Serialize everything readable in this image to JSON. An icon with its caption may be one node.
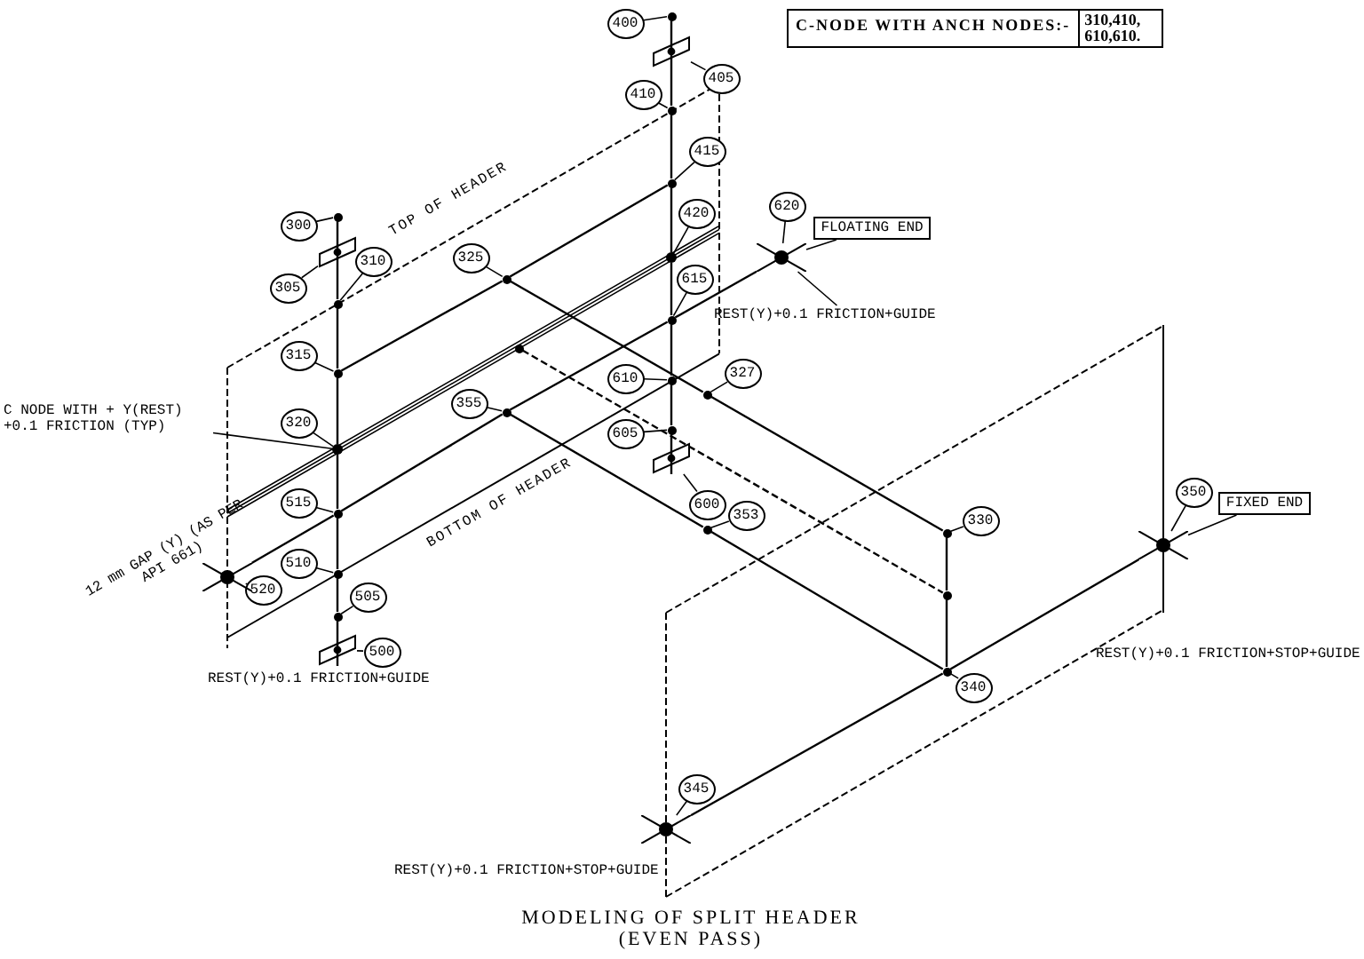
{
  "diagram": {
    "title": "MODELING OF SPLIT HEADER (EVEN PASS)",
    "nodes": [
      {
        "text": [
          "400"
        ]
      },
      {
        "text": [
          "405"
        ]
      },
      {
        "text": [
          "410"
        ]
      },
      {
        "text": [
          "415"
        ]
      },
      {
        "text": [
          "420"
        ]
      },
      {
        "text": [
          "300"
        ]
      },
      {
        "text": [
          "310"
        ]
      },
      {
        "text": [
          "305"
        ]
      },
      {
        "text": [
          "325"
        ]
      },
      {
        "text": [
          "620"
        ]
      },
      {
        "text": [
          "FLOATING END"
        ]
      },
      {
        "text": [
          "615"
        ]
      },
      {
        "text": [
          "REST(Y)+0.1 FRICTION+GUIDE"
        ]
      },
      {
        "text": [
          "315"
        ]
      },
      {
        "text": [
          "327"
        ]
      },
      {
        "text": [
          "610"
        ]
      },
      {
        "text": [
          "C NODE WITH + Y(REST) +0.1 FRICTION (TYP)"
        ]
      },
      {
        "text": [
          "355"
        ]
      },
      {
        "text": [
          "320"
        ]
      },
      {
        "text": [
          "605"
        ]
      },
      {
        "text": [
          "600"
        ]
      },
      {
        "text": [
          "515"
        ]
      },
      {
        "text": [
          "353"
        ]
      },
      {
        "text": [
          "FIXED END"
        ]
      },
      {
        "text": [
          "350"
        ]
      },
      {
        "text": [
          "330"
        ]
      },
      {
        "text": [
          "510"
        ]
      },
      {
        "text": [
          "520"
        ]
      },
      {
        "text": [
          "505"
        ]
      },
      {
        "text": [
          "500"
        ]
      },
      {
        "text": [
          "340"
        ]
      },
      {
        "text": [
          "345"
        ]
      },
      {
        "text": [],
        "shape": "cross"
      },
      {
        "text": [],
        "shape": "circle"
      },
      {
        "text": [],
        "shape": "box"
      },
      {
        "text": [],
        "shape": "circle"
      },
      {
        "text": [],
        "shape": "circle"
      },
      {
        "text": [],
        "shape": "circle"
      },
      {
        "text": [],
        "shape": "circle"
      },
      {
        "text": [],
        "shape": "circle"
      },
      {
        "text": [],
        "shape": "circle"
      },
      {
        "text": [],
        "shape": "box"
      },
      {
        "text": [],
        "shape": "circle"
      },
      {
        "text": [],
        "shape": "circle"
      },
      {
        "text": [],
        "shape": "cross"
      },
      {
        "text": [],
        "shape": "circle"
      },
      {
        "text": [],
        "shape": "box"
      },
      {
        "text": [],
        "shape": "circle"
      },
      {
        "text": [],
        "shape": "circle"
      },
      {
        "text": [],
        "shape": "circle"
      },
      {
        "text": [],
        "shape": "circle"
      },
      {
        "text": [],
        "shape": "circle"
      },
      {
        "text": [],
        "shape": "circle"
      },
      {
        "text": [],
        "shape": "box"
      },
      {
        "text": [],
        "shape": "circle"
      },
      {
        "text": [],
        "shape": "circle"
      },
      {
        "text": [],
        "shape": "cross"
      },
      {
        "text": [],
        "shape": "circle"
      },
      {
        "text": [],
        "shape": "circle"
      },
      {
        "text": [],
        "shape": "cross"
      },
      {
        "text": [],
        "shape": "circle"
      },
      {
        "text": [],
        "shape": "circle"
      }
    ],
    "edges": [
      {
        "from": 0,
        "to": 45,
        "arrow": "none"
      },
      {
        "from": 1,
        "to": 46,
        "arrow": "none"
      },
      {
        "from": 2,
        "to": 47,
        "arrow": "none"
      },
      {
        "from": 3,
        "to": 48,
        "arrow": "none"
      },
      {
        "from": 4,
        "to": 49,
        "arrow": "none"
      },
      {
        "from": 5,
        "to": 33,
        "arrow": "none"
      },
      {
        "from": 6,
        "to": 35,
        "arrow": "none"
      },
      {
        "from": 7,
        "to": 34,
        "arrow": "none"
      },
      {
        "from": 8,
        "to": 42,
        "arrow": "none"
      },
      {
        "from": 9,
        "to": 56,
        "arrow": "none"
      },
      {
        "from": 10,
        "to": 56,
        "arrow": "none"
      },
      {
        "from": 11,
        "to": 50,
        "arrow": "none"
      },
      {
        "from": 12,
        "to": 56,
        "arrow": "none"
      },
      {
        "from": 13,
        "to": 36,
        "arrow": "none"
      },
      {
        "from": 14,
        "to": 54,
        "arrow": "none"
      },
      {
        "from": 15,
        "to": 51,
        "arrow": "none"
      },
      {
        "from": 16,
        "to": 37,
        "arrow": "none"
      },
      {
        "from": 17,
        "to": 43,
        "arrow": "none"
      },
      {
        "from": 18,
        "to": 37,
        "arrow": "none"
      },
      {
        "from": 19,
        "to": 52,
        "arrow": "none"
      },
      {
        "from": 20,
        "to": 53,
        "arrow": "none"
      },
      {
        "from": 21,
        "to": 38,
        "arrow": "none"
      },
      {
        "from": 22,
        "to": 55,
        "arrow": "none"
      },
      {
        "from": 23,
        "to": 59,
        "arrow": "none"
      },
      {
        "from": 24,
        "to": 59,
        "arrow": "none"
      },
      {
        "from": 25,
        "to": 57,
        "arrow": "none"
      },
      {
        "from": 26,
        "to": 39,
        "arrow": "none"
      },
      {
        "from": 27,
        "to": 32,
        "arrow": "none"
      },
      {
        "from": 28,
        "to": 40,
        "arrow": "none"
      },
      {
        "from": 29,
        "to": 41,
        "arrow": "none"
      },
      {
        "from": 30,
        "to": 58,
        "arrow": "none"
      },
      {
        "from": 31,
        "to": 44,
        "arrow": "none"
      },
      {
        "from": 33,
        "to": 34,
        "arrow": "none"
      },
      {
        "from": 34,
        "to": 35,
        "arrow": "none"
      },
      {
        "from": 35,
        "to": 36,
        "arrow": "none"
      },
      {
        "from": 36,
        "to": 37,
        "arrow": "none"
      },
      {
        "from": 37,
        "to": 38,
        "arrow": "none"
      },
      {
        "from": 38,
        "to": 39,
        "arrow": "none"
      },
      {
        "from": 39,
        "to": 40,
        "arrow": "none"
      },
      {
        "from": 40,
        "to": 41,
        "arrow": "none"
      },
      {
        "from": 45,
        "to": 46,
        "arrow": "none"
      },
      {
        "from": 46,
        "to": 47,
        "arrow": "none"
      },
      {
        "from": 47,
        "to": 48,
        "arrow": "none"
      },
      {
        "from": 48,
        "to": 49,
        "arrow": "none"
      },
      {
        "from": 49,
        "to": 50,
        "arrow": "none"
      },
      {
        "from": 50,
        "to": 51,
        "arrow": "none"
      },
      {
        "from": 51,
        "to": 52,
        "arrow": "none"
      },
      {
        "from": 52,
        "to": 53,
        "arrow": "none"
      },
      {
        "from": 36,
        "to": 42,
        "arrow": "none"
      },
      {
        "from": 42,
        "to": 48,
        "arrow": "none"
      },
      {
        "from": 32,
        "to": 38,
        "arrow": "none"
      },
      {
        "from": 38,
        "to": 43,
        "arrow": "none"
      },
      {
        "from": 43,
        "to": 50,
        "arrow": "none"
      },
      {
        "from": 50,
        "to": 56,
        "arrow": "none"
      },
      {
        "from": 42,
        "to": 54,
        "arrow": "none"
      },
      {
        "from": 54,
        "to": 57,
        "arrow": "none"
      },
      {
        "from": 43,
        "to": 55,
        "arrow": "none"
      },
      {
        "from": 55,
        "to": 58,
        "arrow": "none"
      },
      {
        "from": 57,
        "to": 61,
        "arrow": "none"
      },
      {
        "from": 61,
        "to": 58,
        "arrow": "none"
      },
      {
        "from": 44,
        "to": 58,
        "arrow": "none"
      },
      {
        "from": 58,
        "to": 59,
        "arrow": "none"
      },
      {
        "from": 60,
        "to": 61,
        "arrow": "none",
        "style": "dashed"
      }
    ],
    "labels": [
      "C-NODE WITH ANCH NODES:-",
      "310,410, 610,610.",
      "TOP OF HEADER",
      "BOTTOM OF HEADER",
      "12 mm GAP (Y) (AS PER API 661)",
      "REST(Y)+0.1 FRICTION+STOP+GUIDE",
      "REST(Y)+0.1 FRICTION+GUIDE",
      "REST(Y)+0.1 FRICTION+STOP+GUIDE"
    ]
  }
}
